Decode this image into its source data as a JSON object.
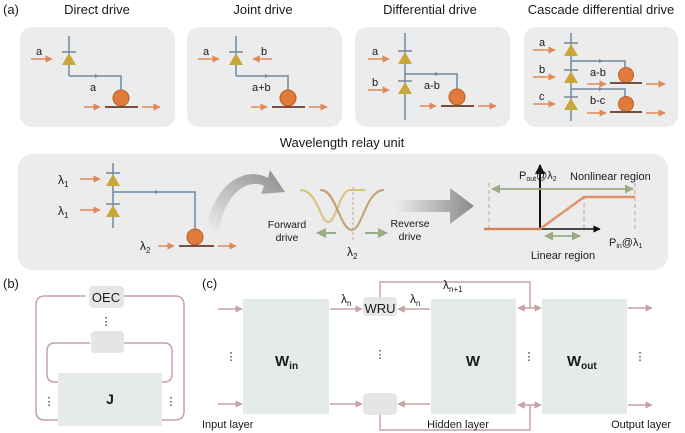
{
  "panel_a": {
    "label": "(a)",
    "drive_modes": [
      {
        "title": "Direct drive",
        "inputs": [
          "a"
        ],
        "output": "a"
      },
      {
        "title": "Joint drive",
        "inputs": [
          "a",
          "b"
        ],
        "output": "a+b"
      },
      {
        "title": "Differential drive",
        "inputs": [
          "a",
          "b"
        ],
        "output": "a-b"
      },
      {
        "title": "Cascade differential drive",
        "inputs": [
          "a",
          "b",
          "c"
        ],
        "outputs": [
          "a-b",
          "b-c"
        ]
      }
    ],
    "wru": {
      "title": "Wavelength relay unit",
      "input_1": "λ",
      "input_1_sub": "1",
      "input_2": "λ",
      "input_2_sub": "1",
      "probe": "λ",
      "probe_sub": "2",
      "forward_line1": "Forward",
      "forward_line2": "drive",
      "reverse_line1": "Reverse",
      "reverse_line2": "drive",
      "resonance": "λ",
      "resonance_sub": "2",
      "y_axis_p": "P",
      "y_axis_sub": "out",
      "y_axis_at": "@λ",
      "y_axis_at_sub": "2",
      "x_axis_p": "P",
      "x_axis_sub": "in",
      "x_axis_at": "@λ",
      "x_axis_at_sub": "1",
      "nonlinear_region": "Nonlinear region",
      "linear_region": "Linear region"
    }
  },
  "panel_b": {
    "label": "(b)",
    "oec": "OEC",
    "matrix": "J",
    "dots": "⋮"
  },
  "panel_c": {
    "label": "(c)",
    "wru": "WRU",
    "lambda_n": "λ",
    "lambda_n_sub": "n",
    "lambda_n1": "λ",
    "lambda_n1_sub": "n+1",
    "w_in": "W",
    "w_in_sub": "in",
    "w": "W",
    "w_out": "W",
    "w_out_sub": "out",
    "input_layer": "Input layer",
    "hidden_layer": "Hidden layer",
    "output_layer": "Output layer",
    "dots": "⋮"
  },
  "colors": {
    "panel_bg": "#ececec",
    "matrix_bg": "#e4ebe8",
    "wire": "#6f8aa3",
    "photodiode": "#c9a63a",
    "ring": "#e07b3c",
    "arrow_orange": "#e0885a",
    "arrow_green": "#9bab84",
    "loop": "#c9a0a6",
    "curve_yellow": "#d8c27a",
    "curve_brown": "#c98a5a"
  }
}
